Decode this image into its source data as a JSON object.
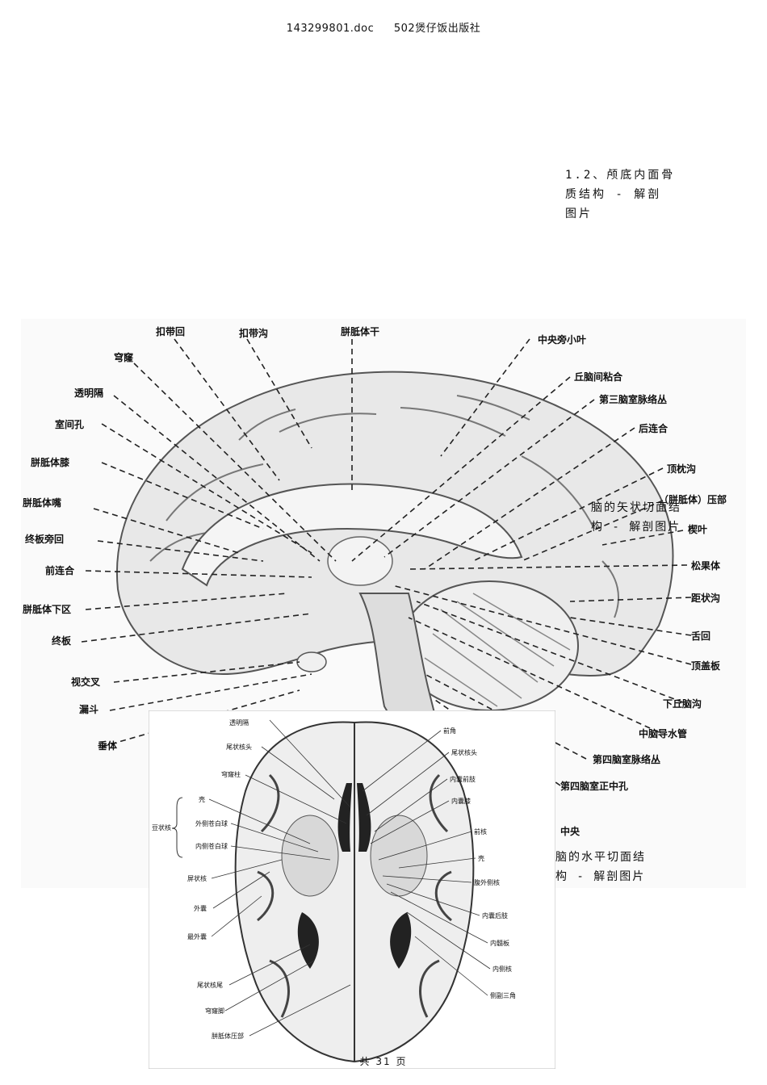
{
  "header": {
    "filename": "143299801.doc",
    "publisher": "502煲仔饭出版社"
  },
  "caption_skull": [
    "1.2、颅底内面骨",
    "质结构 - 解剖",
    "图片"
  ],
  "caption_sagittal": [
    "脑的矢状切面结",
    "构 - 解剖图片"
  ],
  "caption_horizontal": [
    "脑的水平切面结",
    "构 - 解剖图片"
  ],
  "sagittal": {
    "labels": [
      "扣带回",
      "扣带沟",
      "胼胝体干",
      "中央旁小叶",
      "穹窿",
      "丘脑间粘合",
      "透明隔",
      "第三脑室脉络丛",
      "室间孔",
      "后连合",
      "胼胝体膝",
      "顶枕沟",
      "（胼胝体）压部",
      "胼胝体嘴",
      "楔叶",
      "终板旁回",
      "松果体",
      "前连合",
      "距状沟",
      "胼胝体下区",
      "舌回",
      "终板",
      "顶盖板",
      "视交叉",
      "下丘脑沟",
      "漏斗",
      "中脑导水管",
      "垂体",
      "第四脑室脉络丛",
      "第四脑室正中孔",
      "中央"
    ]
  },
  "horizontal": {
    "labels": [
      "透明隔",
      "尾状核头",
      "穹窿柱",
      "壳",
      "外侧苍白球",
      "内侧苍白球",
      "豆状核",
      "屏状核",
      "外囊",
      "最外囊",
      "尾状核尾",
      "穹窿脚",
      "胼胝体压部",
      "前角",
      "尾状核头",
      "内囊前肢",
      "内囊膝",
      "前核",
      "壳",
      "腹外侧核",
      "内囊后肢",
      "内髓板",
      "内侧核",
      "侧副三角"
    ]
  },
  "footer": {
    "page": "共 31 页"
  }
}
